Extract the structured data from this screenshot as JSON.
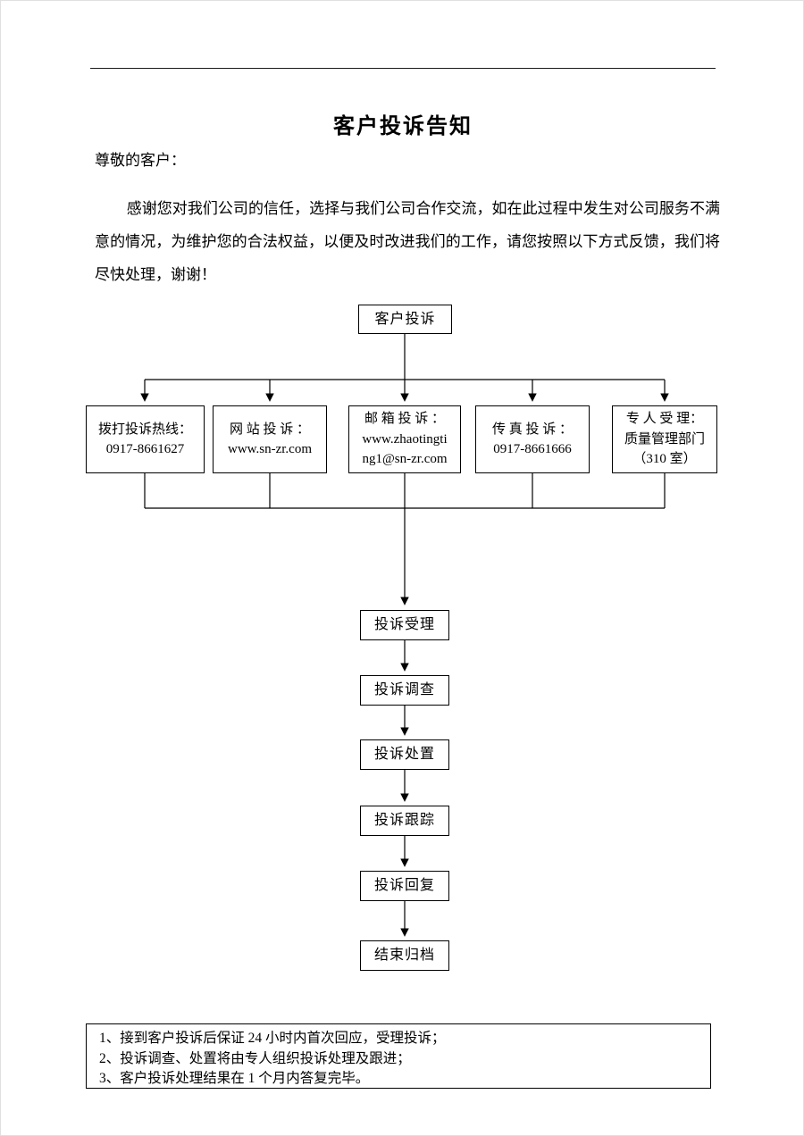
{
  "page": {
    "title": "客户投诉告知",
    "salutation": "尊敬的客户：",
    "paragraph": "感谢您对我们公司的信任，选择与我们公司合作交流，如在此过程中发生对公司服务不满意的情况，为维护您的合法权益，以便及时改进我们的工作，请您按照以下方式反馈，我们将尽快处理，谢谢！"
  },
  "flowchart": {
    "start": "客户投诉",
    "channels": [
      {
        "lines": [
          "拨打投诉热线：",
          "0917-8661627"
        ]
      },
      {
        "lines": [
          "网 站 投 诉 ：",
          "www.sn-zr.com"
        ]
      },
      {
        "lines": [
          "邮 箱 投 诉 ：",
          "www.zhaotingti",
          "ng1@sn-zr.com"
        ]
      },
      {
        "lines": [
          "传 真 投 诉 ：",
          "0917-8661666"
        ]
      },
      {
        "lines": [
          "专 人 受 理：",
          "质量管理部门",
          "（310 室）"
        ]
      }
    ],
    "steps": [
      "投诉受理",
      "投诉调查",
      "投诉处置",
      "投诉跟踪",
      "投诉回复",
      "结束归档"
    ]
  },
  "notes": [
    "1、接到客户投诉后保证 24 小时内首次回应，受理投诉；",
    "2、投诉调查、处置将由专人组织投诉处理及跟进；",
    "3、客户投诉处理结果在 1 个月内答复完毕。"
  ],
  "colors": {
    "ink": "#000000",
    "paper": "#ffffff"
  }
}
